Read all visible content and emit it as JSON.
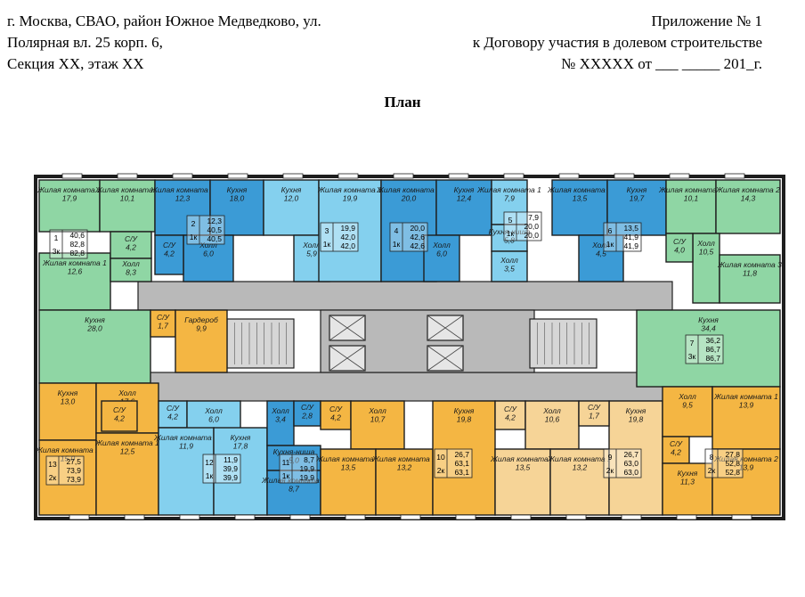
{
  "header": {
    "left_lines": [
      "г. Москва, СВАО, район Южное Медведково, ул.",
      "Полярная вл. 25 корп. 6,",
      "Секция XX, этаж XX"
    ],
    "right_lines": [
      "Приложение № 1",
      "к Договору участия в долевом строительстве",
      "№ XXXXX от ___ _____ 201_г."
    ]
  },
  "title": "План",
  "colors": {
    "green": "#8fd6a4",
    "dark_blue": "#3b9bd6",
    "light_blue": "#84d0ee",
    "orange": "#f4b643",
    "peach": "#f6d497",
    "corridor": "#b9b9b9",
    "wall": "#1e1e1e"
  },
  "room_labels": [
    [
      "Жилая комната 2",
      "17,9"
    ],
    [
      "Жилая комната 3",
      "10,1"
    ],
    [
      "Жилая комната 1",
      "12,6"
    ],
    [
      "С/У",
      "4,2"
    ],
    [
      "Холл",
      "8,3"
    ],
    [
      "Жилая комната 1",
      "12,3"
    ],
    [
      "Кухня",
      "18,0"
    ],
    [
      "Холл",
      "6,0"
    ],
    [
      "С/У",
      "4,2"
    ],
    [
      "Кухня",
      "12,0"
    ],
    [
      "Холл",
      "5,9"
    ],
    [
      "Жилая комната 1",
      "19,9"
    ],
    [
      "Жилая комната 1",
      "20,0"
    ],
    [
      "Кухня",
      "12,4"
    ],
    [
      "Холл",
      "6,0"
    ],
    [
      "Жилая комната 1",
      "7,9"
    ],
    [
      "Кухня-ниша",
      "5,8"
    ],
    [
      "Холл",
      "3,5"
    ],
    [
      "Жилая комната 1",
      "13,5"
    ],
    [
      "Кухня",
      "19,7"
    ],
    [
      "Холл",
      "4,5"
    ],
    [
      "Жилая комната 1",
      "10,1"
    ],
    [
      "Жилая комната 2",
      "14,3"
    ],
    [
      "Холл",
      "10,5"
    ],
    [
      "Жилая комната 3",
      "11,8"
    ],
    [
      "С/У",
      "4,0"
    ],
    [
      "Кухня",
      "28,0"
    ],
    [
      "С/У",
      "1,7"
    ],
    [
      "Гардероб",
      "9,9"
    ],
    [
      "Кухня",
      "34,4"
    ],
    [
      "Кухня",
      "13,0"
    ],
    [
      "Холл",
      "17,6"
    ],
    [
      "Жилая комната 2",
      "15,0"
    ],
    [
      "Жилая комната 1",
      "12,5"
    ],
    [
      "С/У",
      "4,2"
    ],
    [
      "С/У",
      "4,2"
    ],
    [
      "Холл",
      "6,0"
    ],
    [
      "Жилая комната 1",
      "11,9"
    ],
    [
      "Кухня",
      "17,8"
    ],
    [
      "Холл",
      "3,4"
    ],
    [
      "С/У",
      "2,8"
    ],
    [
      "Кухня-ниша",
      "5,0"
    ],
    [
      "Жилая комната 1",
      "8,7"
    ],
    [
      "С/У",
      "4,2"
    ],
    [
      "Холл",
      "10,7"
    ],
    [
      "Жилая комната 2",
      "13,5"
    ],
    [
      "Жилая комната 1",
      "13,2"
    ],
    [
      "Кухня",
      "19,8"
    ],
    [
      "С/У",
      "4,2"
    ],
    [
      "Холл",
      "10,6"
    ],
    [
      "Жилая комната 2",
      "13,5"
    ],
    [
      "Жилая комната 1",
      "13,2"
    ],
    [
      "Кухня",
      "19,8"
    ],
    [
      "Холл",
      "9,5"
    ],
    [
      "Жилая комната 1",
      "13,9"
    ],
    [
      "С/У",
      "4,2"
    ],
    [
      "Кухня",
      "11,3"
    ],
    [
      "Жилая комната 2",
      "13,9"
    ],
    [
      "С/У",
      "1,7"
    ]
  ],
  "apartment_boxes": [
    {
      "num": "1",
      "rooms": "3к",
      "values": [
        "40,6",
        "82,8",
        "82,8"
      ]
    },
    {
      "num": "2",
      "rooms": "1к",
      "values": [
        "12,3",
        "40,5",
        "40,5"
      ]
    },
    {
      "num": "3",
      "rooms": "1к",
      "values": [
        "19,9",
        "42,0",
        "42,0"
      ]
    },
    {
      "num": "4",
      "rooms": "1к",
      "values": [
        "20,0",
        "42,6",
        "42,6"
      ]
    },
    {
      "num": "5",
      "rooms": "1к",
      "values": [
        "7,9",
        "20,0",
        "20,0"
      ]
    },
    {
      "num": "6",
      "rooms": "1к",
      "values": [
        "13,5",
        "41,9",
        "41,9"
      ]
    },
    {
      "num": "7",
      "rooms": "3к",
      "values": [
        "36,2",
        "86,7",
        "86,7"
      ]
    },
    {
      "num": "8",
      "rooms": "2к",
      "values": [
        "27,8",
        "52,8",
        "52,8"
      ]
    },
    {
      "num": "9",
      "rooms": "2к",
      "values": [
        "26,7",
        "63,0",
        "63,0"
      ]
    },
    {
      "num": "10",
      "rooms": "2к",
      "values": [
        "26,7",
        "63,1",
        "63,1"
      ]
    },
    {
      "num": "11",
      "rooms": "1к",
      "values": [
        "8,7",
        "19,9",
        "19,9"
      ]
    },
    {
      "num": "12",
      "rooms": "1к",
      "values": [
        "11,9",
        "39,9",
        "39,9"
      ]
    },
    {
      "num": "13",
      "rooms": "2к",
      "values": [
        "27,5",
        "73,9",
        "73,9"
      ]
    }
  ]
}
